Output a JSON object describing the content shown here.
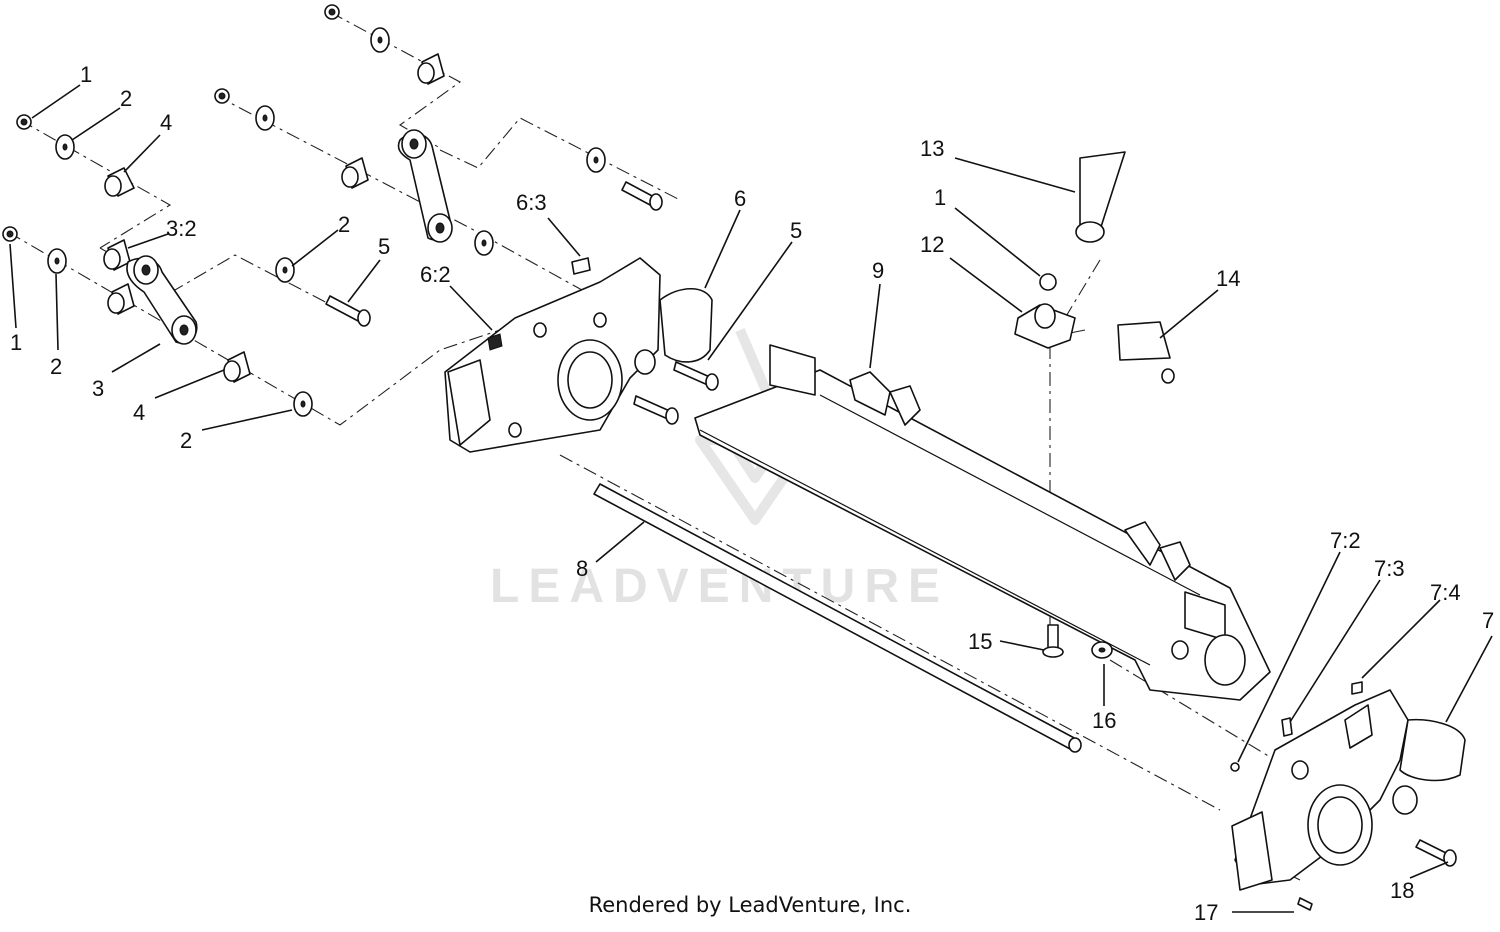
{
  "watermark": {
    "text": "LEADVENTURE"
  },
  "footer": {
    "text": "Rendered by LeadVenture, Inc."
  },
  "callouts": {
    "c1a": "1",
    "c2a": "2",
    "c4a": "4",
    "c32": "3:2",
    "c2b": "2",
    "c5a": "5",
    "c1b": "1",
    "c2c": "2",
    "c3": "3",
    "c4b": "4",
    "c2d": "2",
    "c63": "6:3",
    "c6": "6",
    "c62": "6:2",
    "c5b": "5",
    "c9": "9",
    "c13": "13",
    "c1c": "1",
    "c12": "12",
    "c14": "14",
    "c8": "8",
    "c15": "15",
    "c16": "16",
    "c72": "7:2",
    "c73": "7:3",
    "c74": "7:4",
    "c7": "7",
    "c18": "18",
    "c17": "17"
  }
}
